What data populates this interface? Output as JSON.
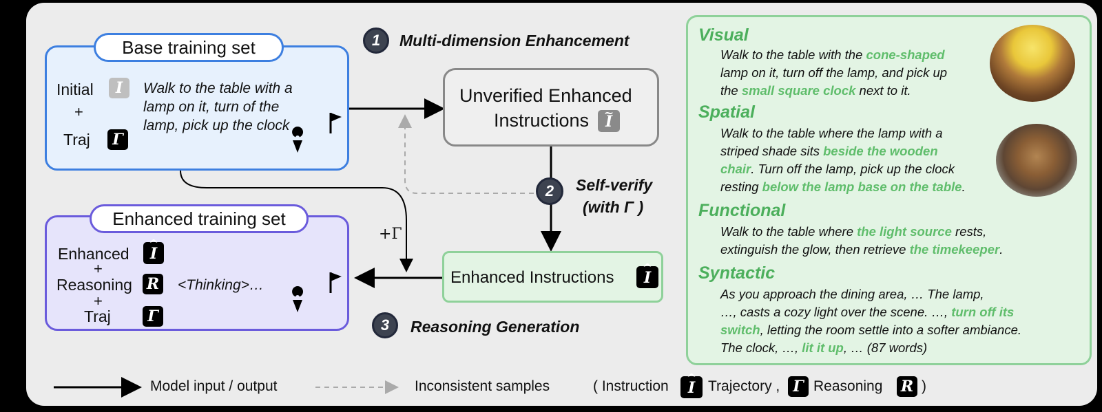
{
  "base_set": {
    "title": "Base training set",
    "initial_label": "Initial",
    "plus": "+",
    "traj_label": "Traj",
    "instruction": [
      "Walk to the table with a",
      "lamp on it, turn of the",
      "lamp, pick up the clock"
    ]
  },
  "enhanced_set": {
    "title": "Enhanced training set",
    "enhanced_label": "Enhanced",
    "plus": "+",
    "reasoning_label": "Reasoning",
    "traj_label": "Traj",
    "thinking": "<Thinking>…"
  },
  "steps": {
    "step1_number": "1",
    "step1_label": "Multi-dimension Enhancement",
    "step2_number": "2",
    "step2_label_line1": "Self-verify",
    "step2_label_line2": "(with Γ )",
    "step3_number": "3",
    "step3_label": "Reasoning Generation"
  },
  "unverified_box": {
    "line1": "Unverified Enhanced",
    "line2": "Instructions"
  },
  "enhanced_box": {
    "label": "Enhanced Instructions"
  },
  "plus_gamma": "+Γ",
  "symbols": {
    "instruction": "I",
    "trajectory": "Γ",
    "reasoning": "R",
    "hat": "^",
    "tilde": "~"
  },
  "dimensions": {
    "visual": {
      "title": "Visual",
      "lines": [
        [
          {
            "t": "Walk to the table with the "
          },
          {
            "t": "cone-shaped",
            "hl": true
          }
        ],
        [
          {
            "t": "lamp on it, turn off the lamp, and pick up"
          }
        ],
        [
          {
            "t": "the "
          },
          {
            "t": "small square clock",
            "hl": true
          },
          {
            "t": " next to it."
          }
        ]
      ]
    },
    "spatial": {
      "title": "Spatial",
      "lines": [
        [
          {
            "t": "Walk to the table where the lamp with a"
          }
        ],
        [
          {
            "t": "striped shade sits "
          },
          {
            "t": "beside the wooden",
            "hl": true
          }
        ],
        [
          {
            "t": "chair",
            "hl": true
          },
          {
            "t": ". Turn off the lamp, pick up the clock"
          }
        ],
        [
          {
            "t": "resting "
          },
          {
            "t": "below the lamp base on the table",
            "hl": true
          },
          {
            "t": "."
          }
        ]
      ]
    },
    "functional": {
      "title": "Functional",
      "lines": [
        [
          {
            "t": "Walk to the table where "
          },
          {
            "t": "the light source",
            "hl": true
          },
          {
            "t": " rests,"
          }
        ],
        [
          {
            "t": "extinguish the glow, then retrieve "
          },
          {
            "t": "the timekeeper",
            "hl": true
          },
          {
            "t": "."
          }
        ]
      ]
    },
    "syntactic": {
      "title": "Syntactic",
      "lines": [
        [
          {
            "t": "As you approach the dining area, … The lamp,"
          }
        ],
        [
          {
            "t": "…, casts a cozy light over the scene. …, "
          },
          {
            "t": "turn off its",
            "hl": true
          }
        ],
        [
          {
            "t": "switch",
            "hl": true
          },
          {
            "t": ", letting the room settle into a softer ambiance."
          }
        ],
        [
          {
            "t": "The clock, …, "
          },
          {
            "t": "lit it up",
            "hl": true
          },
          {
            "t": ", … (87 words)"
          }
        ]
      ]
    }
  },
  "legend": {
    "solid": "Model input / output",
    "dashed": "Inconsistent samples",
    "open_paren": "( Instruction",
    "trajectory": "Trajectory ,",
    "reasoning": "Reasoning",
    "close_paren": ")"
  },
  "colors": {
    "base_border": "#3d7fe0",
    "base_fill": "#e7f1fd",
    "enh_border": "#6a5bdc",
    "enh_fill": "#e6e4fb",
    "green_border": "#8fd19a",
    "green_fill": "#e3f4e4",
    "highlight": "#5fbd6b"
  }
}
